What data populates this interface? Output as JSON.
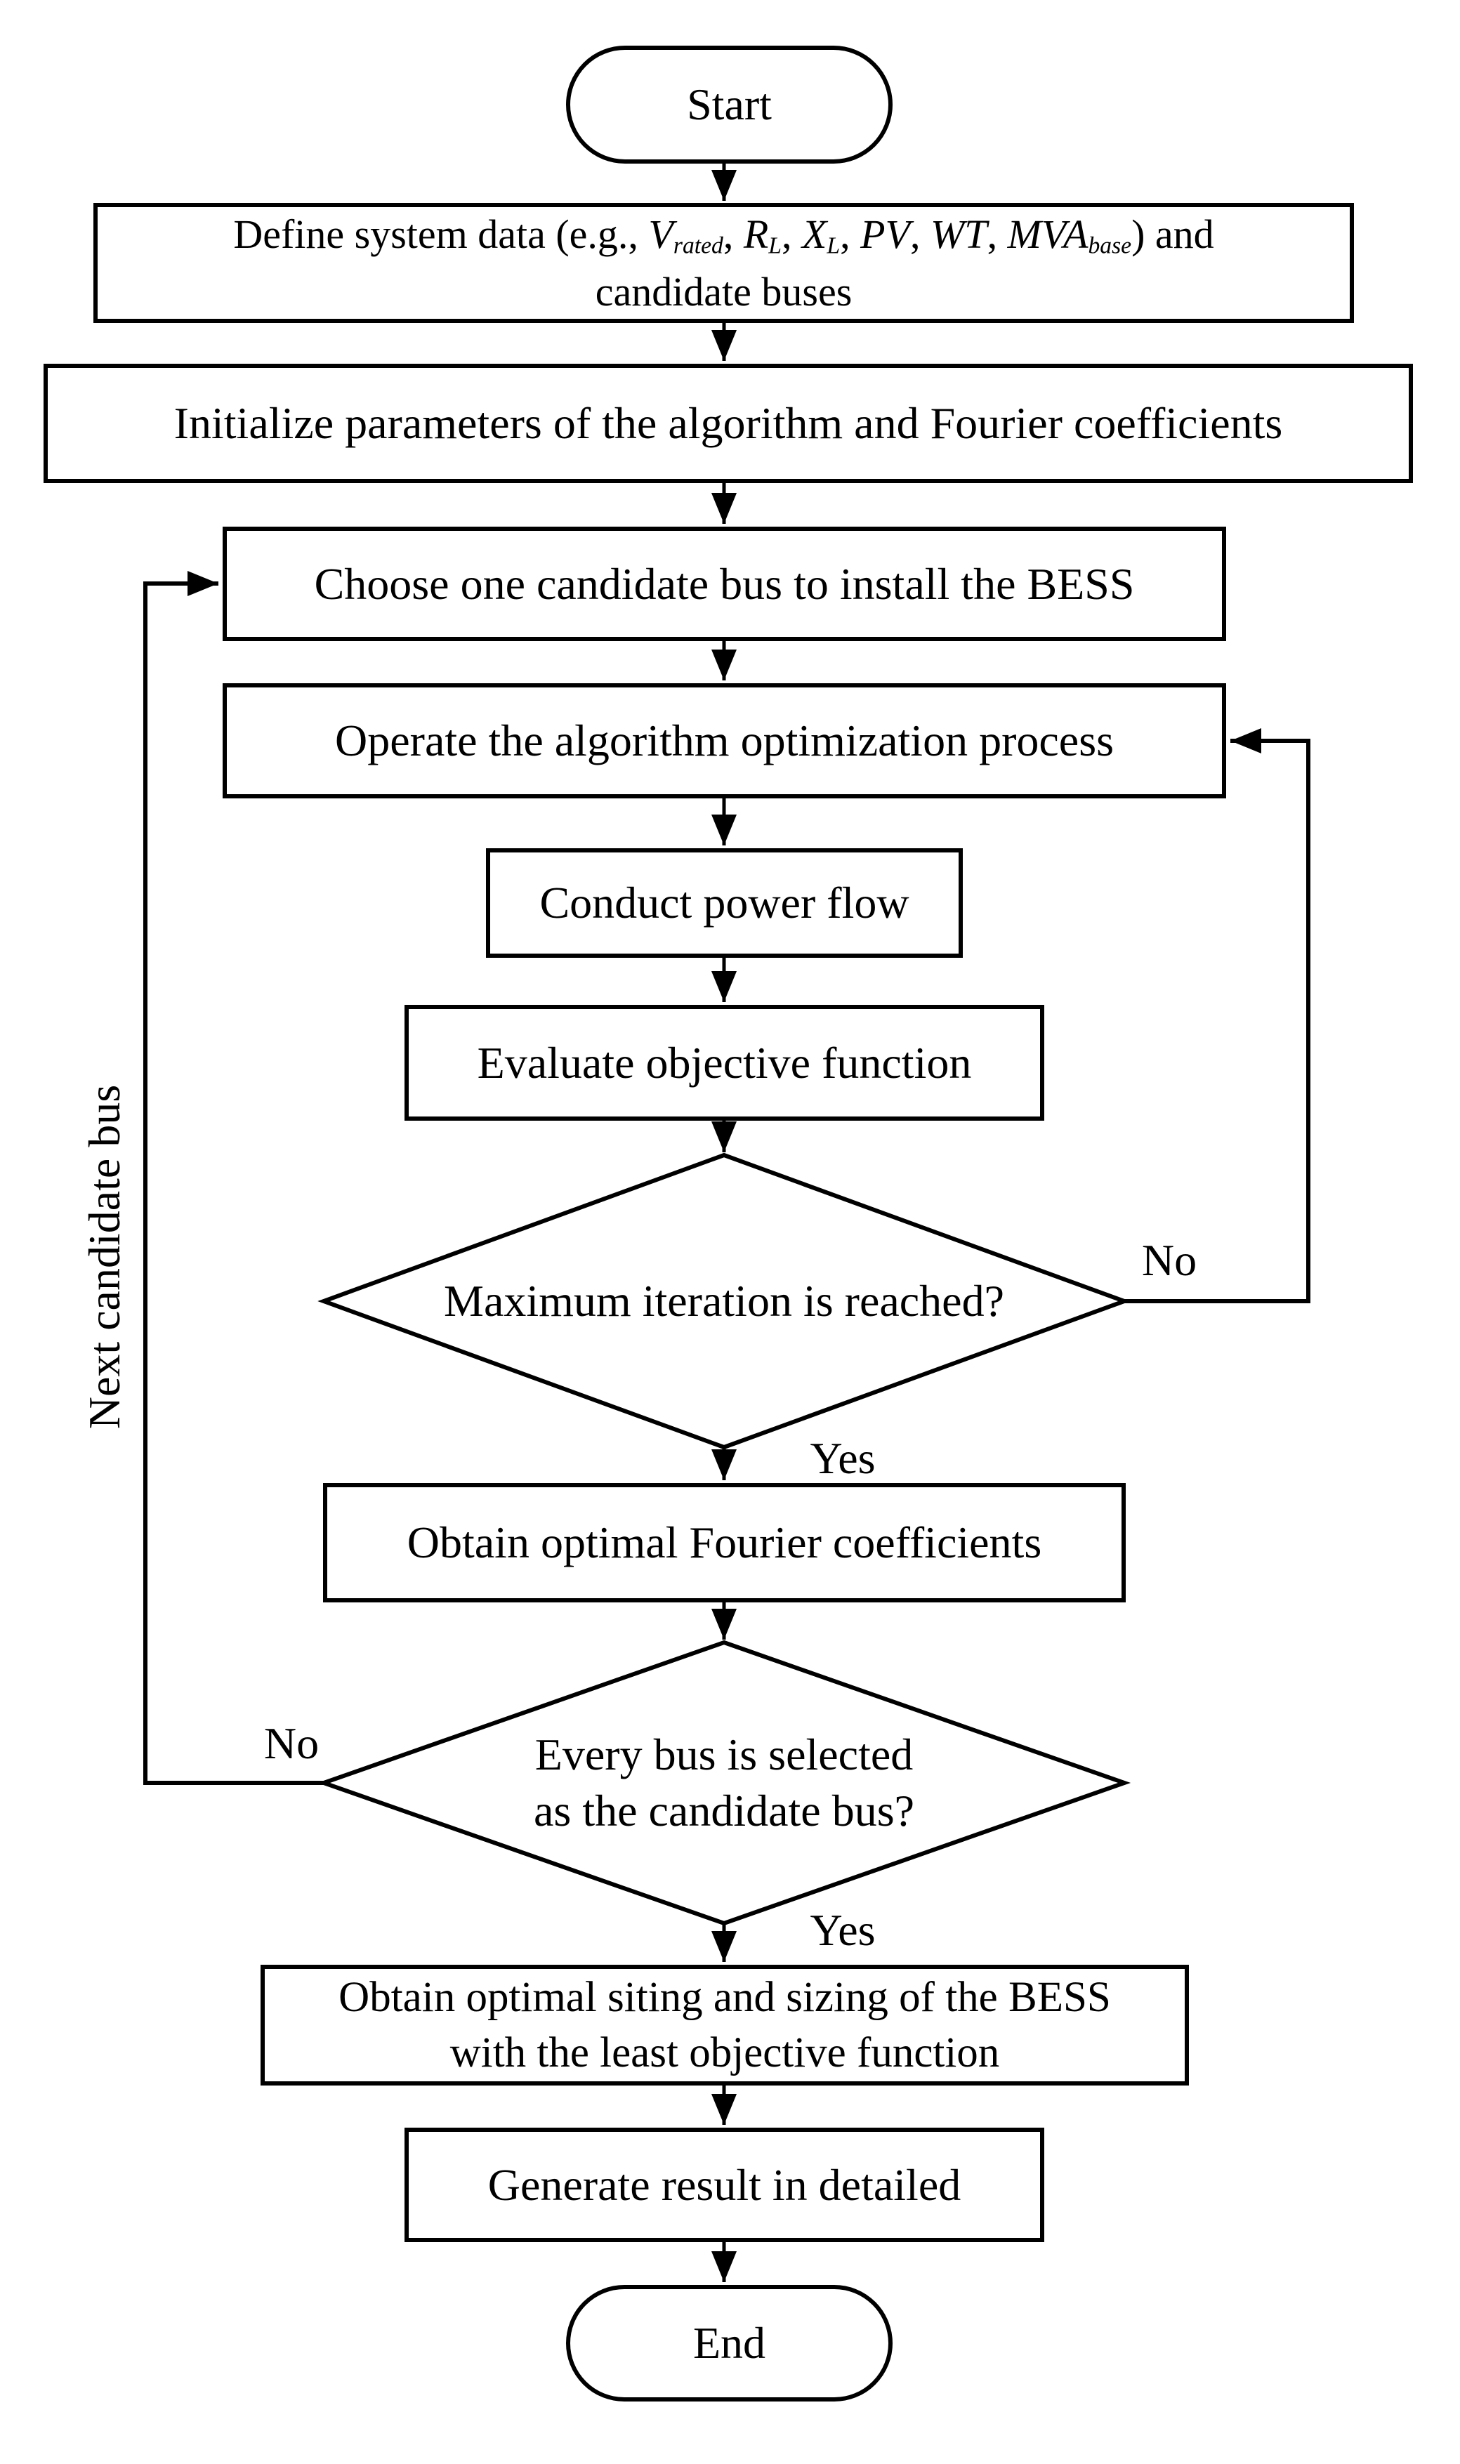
{
  "diagram": {
    "colors": {
      "stroke": "#000000",
      "fill": "#ffffff"
    },
    "nodes": {
      "start": {
        "type": "terminator",
        "label": "Start"
      },
      "define": {
        "type": "process",
        "prefix": "Define system data (e.g., ",
        "separator": ", ",
        "vars": [
          {
            "base": "V",
            "sub": "rated"
          },
          {
            "base": "R",
            "sub": "L"
          },
          {
            "base": "X",
            "sub": "L"
          },
          {
            "base": "PV",
            "sub": ""
          },
          {
            "base": "WT",
            "sub": ""
          },
          {
            "base": "MVA",
            "sub": "base"
          }
        ],
        "suffix": ") and",
        "line2": "candidate buses"
      },
      "initialize": {
        "type": "process",
        "label": "Initialize parameters of the algorithm and Fourier coefficients"
      },
      "choose": {
        "type": "process",
        "label": "Choose one candidate bus to install the BESS"
      },
      "operate": {
        "type": "process",
        "label": "Operate the algorithm optimization process"
      },
      "conduct": {
        "type": "process",
        "label": "Conduct power flow"
      },
      "evaluate": {
        "type": "process",
        "label": "Evaluate objective function"
      },
      "max_iteration": {
        "type": "decision",
        "label": "Maximum iteration is reached?"
      },
      "obtain_fourier": {
        "type": "process",
        "label": "Obtain optimal Fourier coefficients"
      },
      "every_bus": {
        "type": "decision",
        "line1": "Every bus is selected",
        "line2": "as the candidate bus?"
      },
      "obtain_siting": {
        "type": "process",
        "line1": "Obtain optimal siting and sizing of the BESS",
        "line2": "with the least objective function"
      },
      "generate": {
        "type": "process",
        "label": "Generate result in detailed"
      },
      "end": {
        "type": "terminator",
        "label": "End"
      }
    },
    "edge_labels": {
      "max_iteration_no": "No",
      "max_iteration_yes": "Yes",
      "every_bus_no": "No",
      "every_bus_yes": "Yes",
      "next_candidate": "Next candidate bus"
    }
  }
}
